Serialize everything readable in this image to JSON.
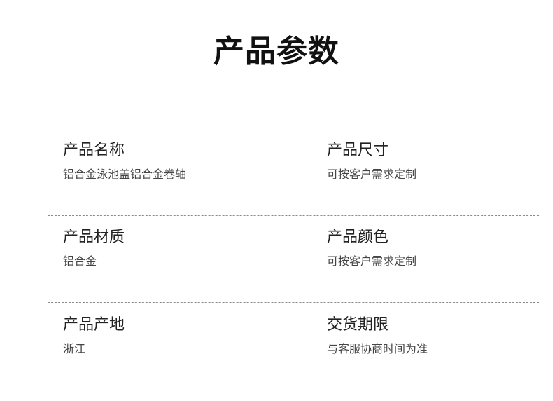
{
  "page": {
    "title": "产品参数"
  },
  "rows": [
    {
      "left": {
        "label": "产品名称",
        "value": "铝合金泳池盖铝合金卷轴"
      },
      "right": {
        "label": "产品尺寸",
        "value": "可按客户需求定制"
      }
    },
    {
      "left": {
        "label": "产品材质",
        "value": "铝合金"
      },
      "right": {
        "label": "产品颜色",
        "value": "可按客户需求定制"
      }
    },
    {
      "left": {
        "label": "产品产地",
        "value": "浙江"
      },
      "right": {
        "label": "交货期限",
        "value": "与客服协商时间为准"
      }
    }
  ]
}
